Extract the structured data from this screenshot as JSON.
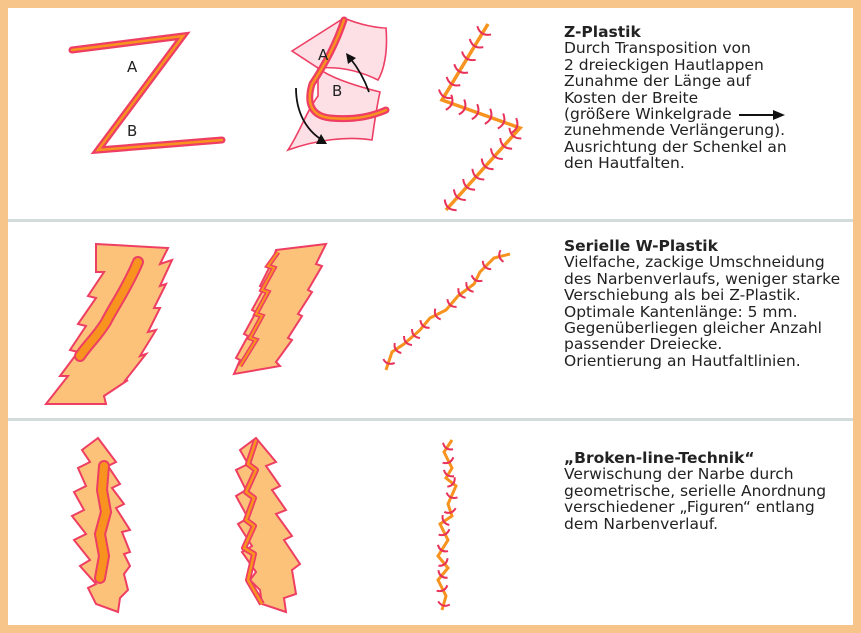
{
  "colors": {
    "frame": "#f7c58a",
    "divider": "#d3dcdb",
    "skin_fill": "#fcc27a",
    "outline_red": "#ee3e63",
    "scar_orange": "#f7931e",
    "stitch_red": "#e8325a",
    "text": "#222222"
  },
  "sections": [
    {
      "title": "Z-Plastik",
      "lines": [
        "Durch Transposition von",
        "2 dreieckigen Hautlappen",
        "Zunahme der Länge auf",
        "Kosten der Breite",
        "(größere Winkelgrade",
        "zunehmende Verlängerung).",
        "Ausrichtung der Schenkel an",
        "den Hautfalten."
      ],
      "figure_labels": [
        "A",
        "B",
        "A",
        "B"
      ]
    },
    {
      "title": "Serielle W-Plastik",
      "lines": [
        "Vielfache, zackige Umschneidung",
        "des Narbenverlaufs, weniger starke",
        "Verschiebung als bei Z-Plastik.",
        "Optimale Kantenlänge: 5 mm.",
        "Gegenüberliegen gleicher Anzahl",
        "passender Dreiecke.",
        "Orientierung an Hautfaltlinien."
      ]
    },
    {
      "title": "„Broken-line-Technik“",
      "lines": [
        "Verwischung der Narbe durch",
        "geometrische, serielle Anordnung",
        "verschiedener „Figuren“ entlang",
        "dem Narbenverlauf."
      ]
    }
  ]
}
